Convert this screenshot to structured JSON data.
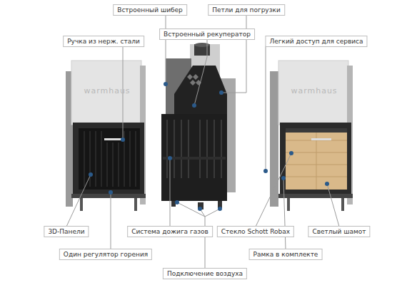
{
  "diagram": {
    "labels": [
      "Встроенный шибер",
      "Петли для погрузки",
      "Ручка из нерж. стали",
      "Встроенный рекуператор",
      "Легкий доступ для сервиса",
      "warmhaus",
      "warmhaus",
      "3D-Панели",
      "Система дожига газов",
      "Стекло Schott Robax",
      "Светлый шамот",
      "Один регулятор горения",
      "Рамка в комплекте",
      "Подключение воздуха"
    ]
  }
}
